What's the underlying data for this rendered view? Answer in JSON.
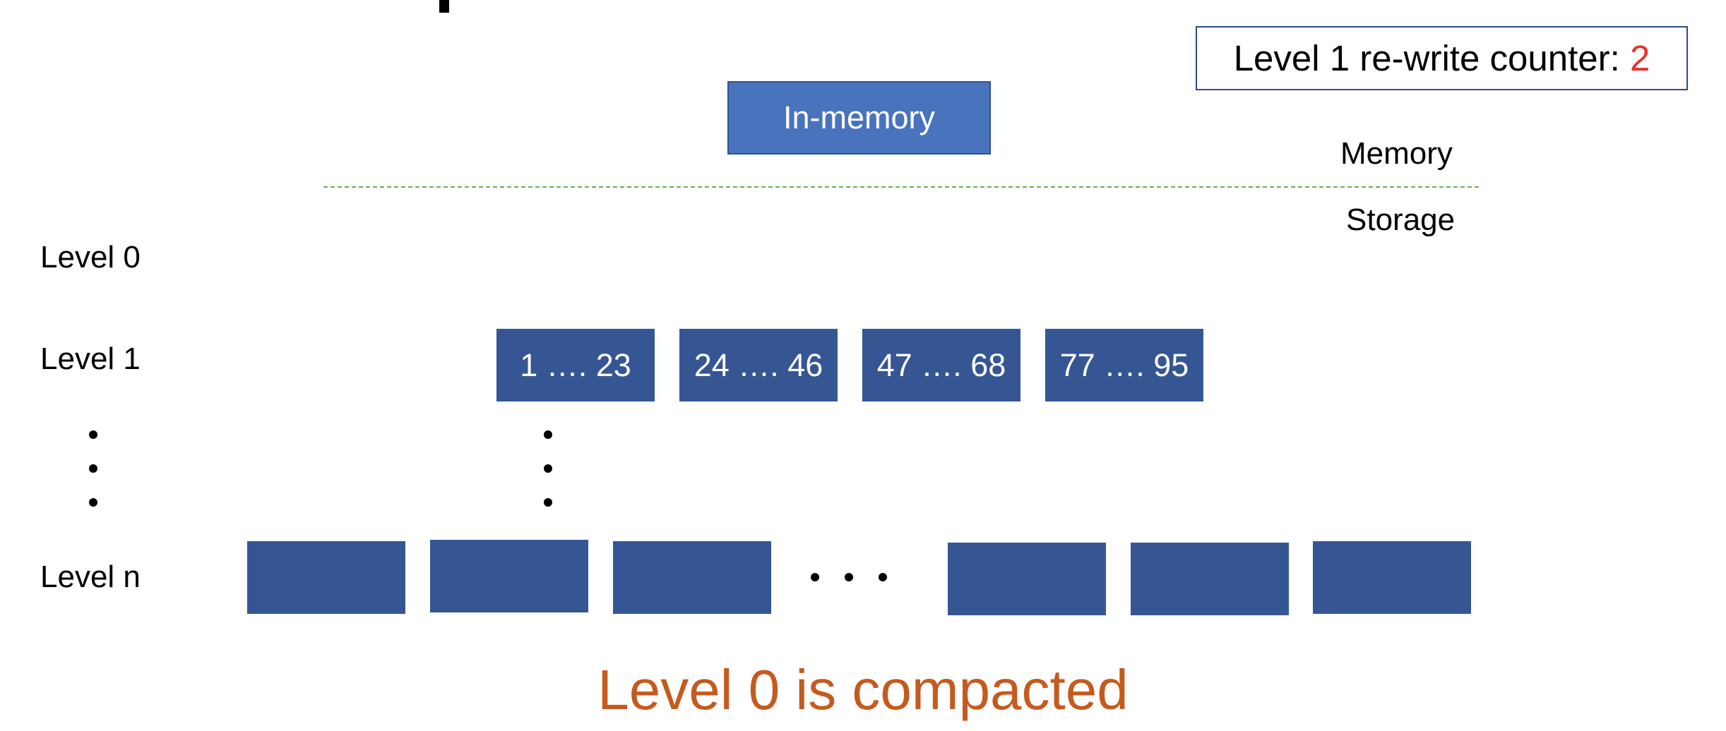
{
  "counter": {
    "label": "Level 1 re-write counter: ",
    "value": "2",
    "value_color": "#E8322C"
  },
  "memtable": {
    "label": "In-memory"
  },
  "tiers": {
    "memory": "Memory",
    "storage": "Storage"
  },
  "levels": {
    "level0": "Level 0",
    "level1": "Level 1",
    "leveln": "Level n"
  },
  "level1_sstables": [
    {
      "label": "1 …. 23"
    },
    {
      "label": "24 …. 46"
    },
    {
      "label": "47 …. 68"
    },
    {
      "label": "77 …. 95"
    }
  ],
  "caption": "Level 0 is compacted",
  "colors": {
    "sstable": "#365693",
    "memtable": "#4A73BE",
    "divider": "#70AD47",
    "caption": "#C55A1E",
    "counter_border": "#2F4A8A"
  }
}
